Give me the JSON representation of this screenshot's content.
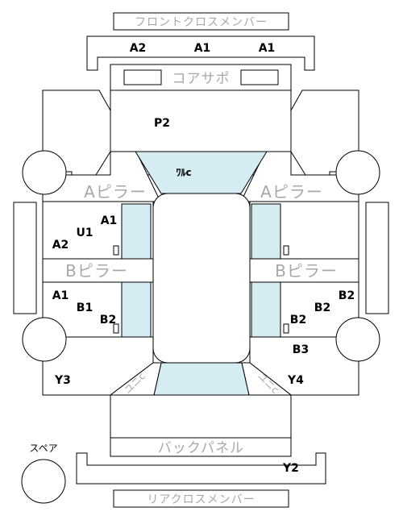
{
  "labels": {
    "front_cross_member": "フロントクロスメンバー",
    "core_support": "コアサポ",
    "a_pillar_left": "Aピラー",
    "a_pillar_right": "Aピラー",
    "b_pillar_left": "Bピラー",
    "b_pillar_right": "Bピラー",
    "back_panel": "バックパネル",
    "rear_cross_member": "リアクロスメンバー",
    "spare": "スペア",
    "kuruma_c": "ﾜﾙc",
    "unic_left": "ユニc",
    "unic_right": "ユニc"
  },
  "markers": {
    "front_a2": "A2",
    "front_a1_mid": "A1",
    "front_a1_right": "A1",
    "p2": "P2",
    "left_a1_upper": "A1",
    "left_u1": "U1",
    "left_a2": "A2",
    "left_a1_lower": "A1",
    "left_b1": "B1",
    "left_b2": "B2",
    "right_b2_top": "B2",
    "right_b2_inner": "B2",
    "right_b2_lower": "B2",
    "right_b3": "B3",
    "y3": "Y3",
    "y4": "Y4",
    "y2": "Y2"
  }
}
